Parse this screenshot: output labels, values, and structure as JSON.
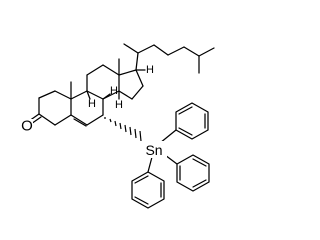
{
  "structure": {
    "labels": {
      "oxygen": "O",
      "tin": "Sn",
      "h_c17": "H",
      "h_c8": "H",
      "h_c9": "H",
      "h_c14": "H"
    }
  },
  "colors": {
    "ink": "#000000",
    "background": "#ffffff"
  }
}
